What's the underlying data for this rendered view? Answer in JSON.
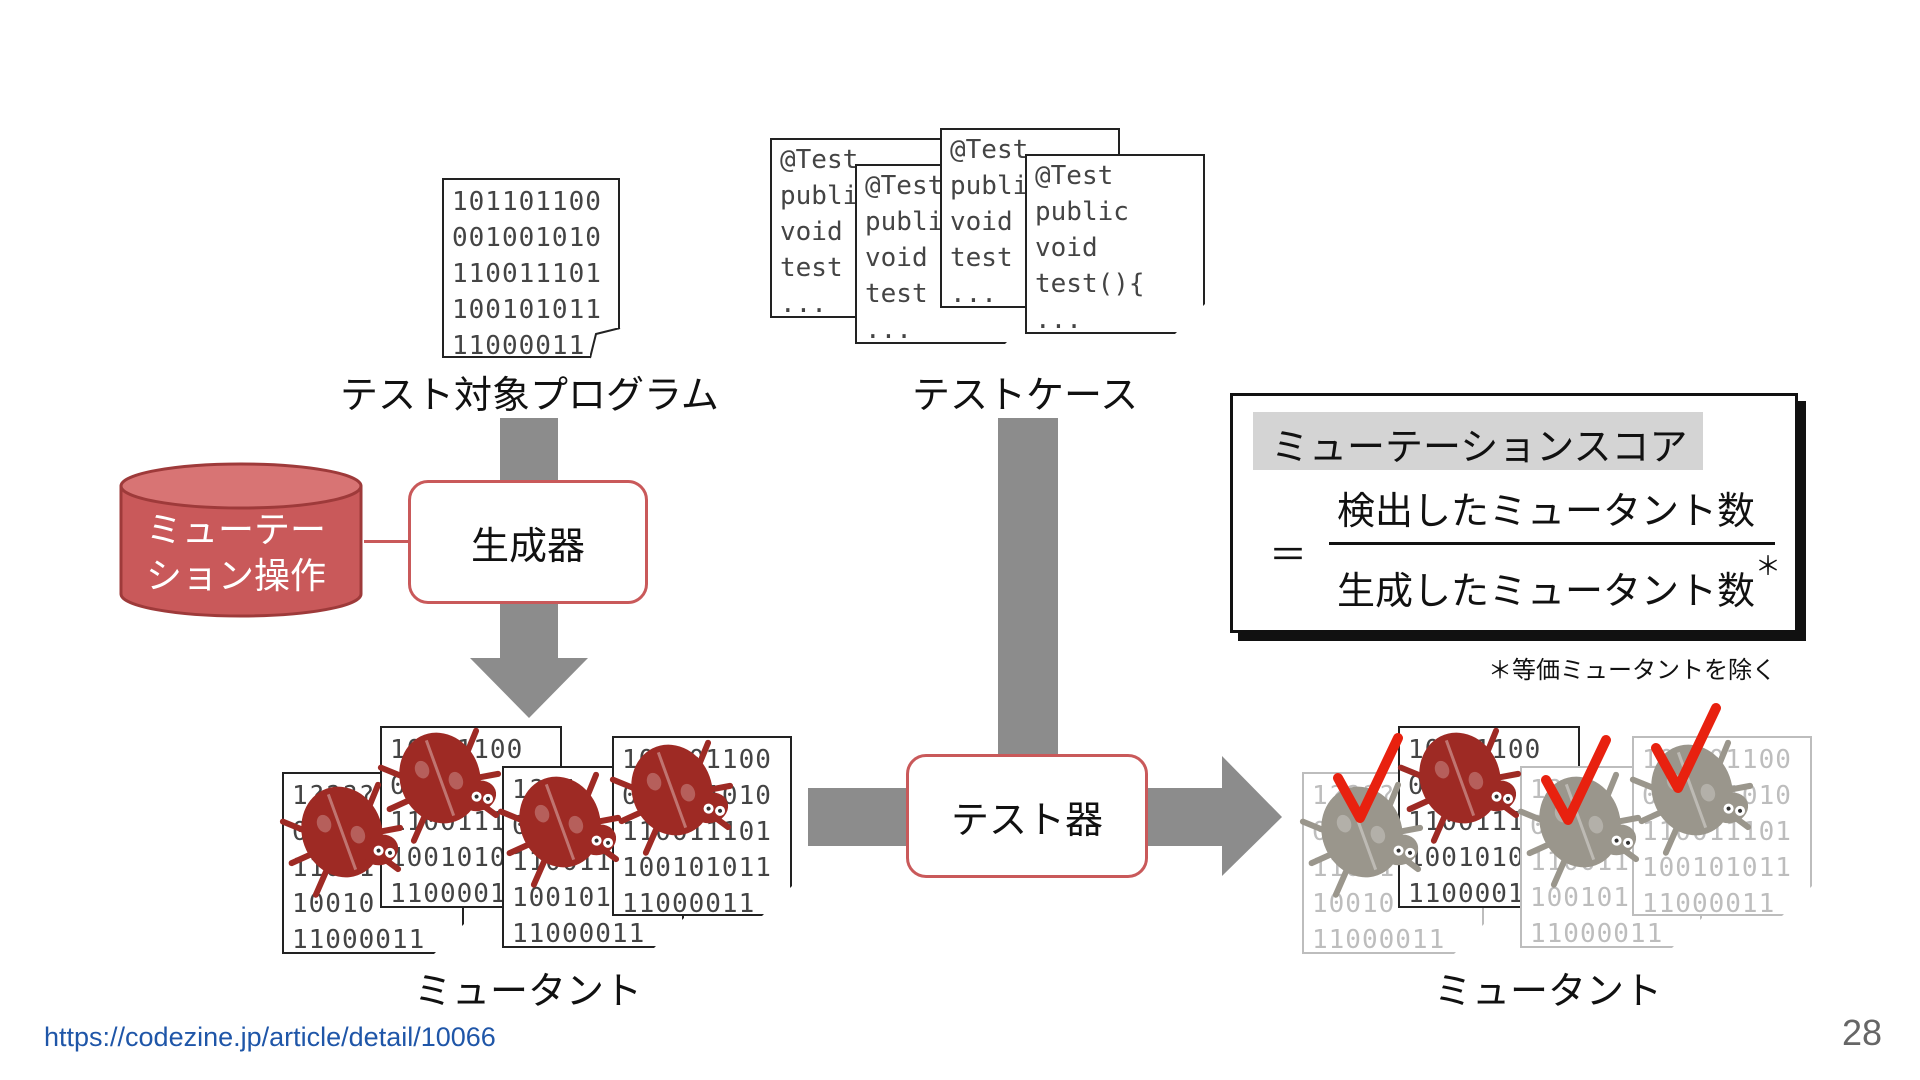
{
  "program": {
    "label": "テスト対象プログラム",
    "binary_lines": [
      "101101100",
      "001001010",
      "110011101",
      "100101011",
      "11000011"
    ]
  },
  "testcases": {
    "label": "テストケース",
    "code_lines": [
      "@Test",
      "public",
      "void",
      "test(){",
      "..."
    ],
    "code_lines_short": [
      "@Test",
      "publi",
      "void",
      "test",
      "..."
    ]
  },
  "mutation_ops": {
    "label_line1": "ミューテー",
    "label_line2": "ション操作"
  },
  "generator": {
    "label": "生成器"
  },
  "tester": {
    "label": "テスト器"
  },
  "mutants_left": {
    "label": "ミュータント"
  },
  "mutants_right": {
    "label": "ミュータント"
  },
  "score": {
    "title": "ミューテーションスコア",
    "equals": "＝",
    "numerator": "検出したミュータント数",
    "denominator": "生成したミュータント数",
    "asterisk": "＊",
    "footnote": "＊等価ミュータントを除く"
  },
  "mutant_binary_lines": {
    "doc1": [
      "1?????",
      "0",
      "11001",
      "10010",
      "11000011"
    ],
    "doc2": [
      "10101100",
      "0",
      "1100111",
      "1001010",
      "1100001"
    ],
    "doc3": [
      "1?01",
      "0",
      "110011",
      "100101",
      "11000011"
    ],
    "doc4": [
      "101101100",
      "001001010",
      "110011101",
      "100101011",
      "11000011"
    ]
  },
  "footer": {
    "url": "https://codezine.jp/article/detail/10066",
    "page_number": "28"
  },
  "colors": {
    "accent_red": "#c9595a",
    "bug_red": "#9e2a24",
    "arrow_gray": "#8c8c8c",
    "check_red": "#e8210f",
    "link_blue": "#1f56a8"
  },
  "icons": [
    "database-icon",
    "bug-icon",
    "checkmark-icon",
    "document-icon"
  ]
}
